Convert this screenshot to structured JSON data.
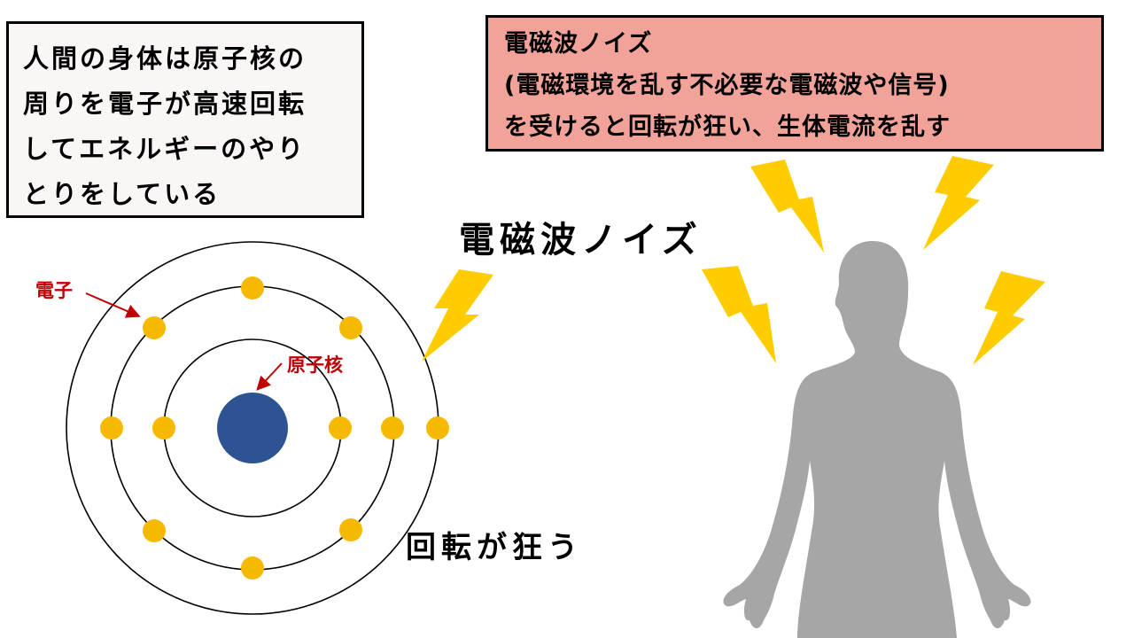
{
  "info_box": {
    "lines": [
      "人間の身体は原子核の",
      "周りを電子が高速回転",
      "してエネルギーのやり",
      "とりをしている"
    ]
  },
  "noise_box": {
    "lines": [
      "電磁波ノイズ",
      "(電磁環境を乱す不必要な電磁波や信号)",
      "を受けると回転が狂い、生体電流を乱す"
    ]
  },
  "noise_title": "電磁波ノイズ",
  "rotation_label": "回転が狂う",
  "atom": {
    "electron_label": "電子",
    "nucleus_label": "原子核"
  },
  "colors": {
    "nucleus": "#2e5393",
    "electron": "#f7b800",
    "lightning": "#ffcc00",
    "human": "#a6a6a6",
    "label_red": "#c00000",
    "noise_box_bg": "#f1a39a"
  }
}
